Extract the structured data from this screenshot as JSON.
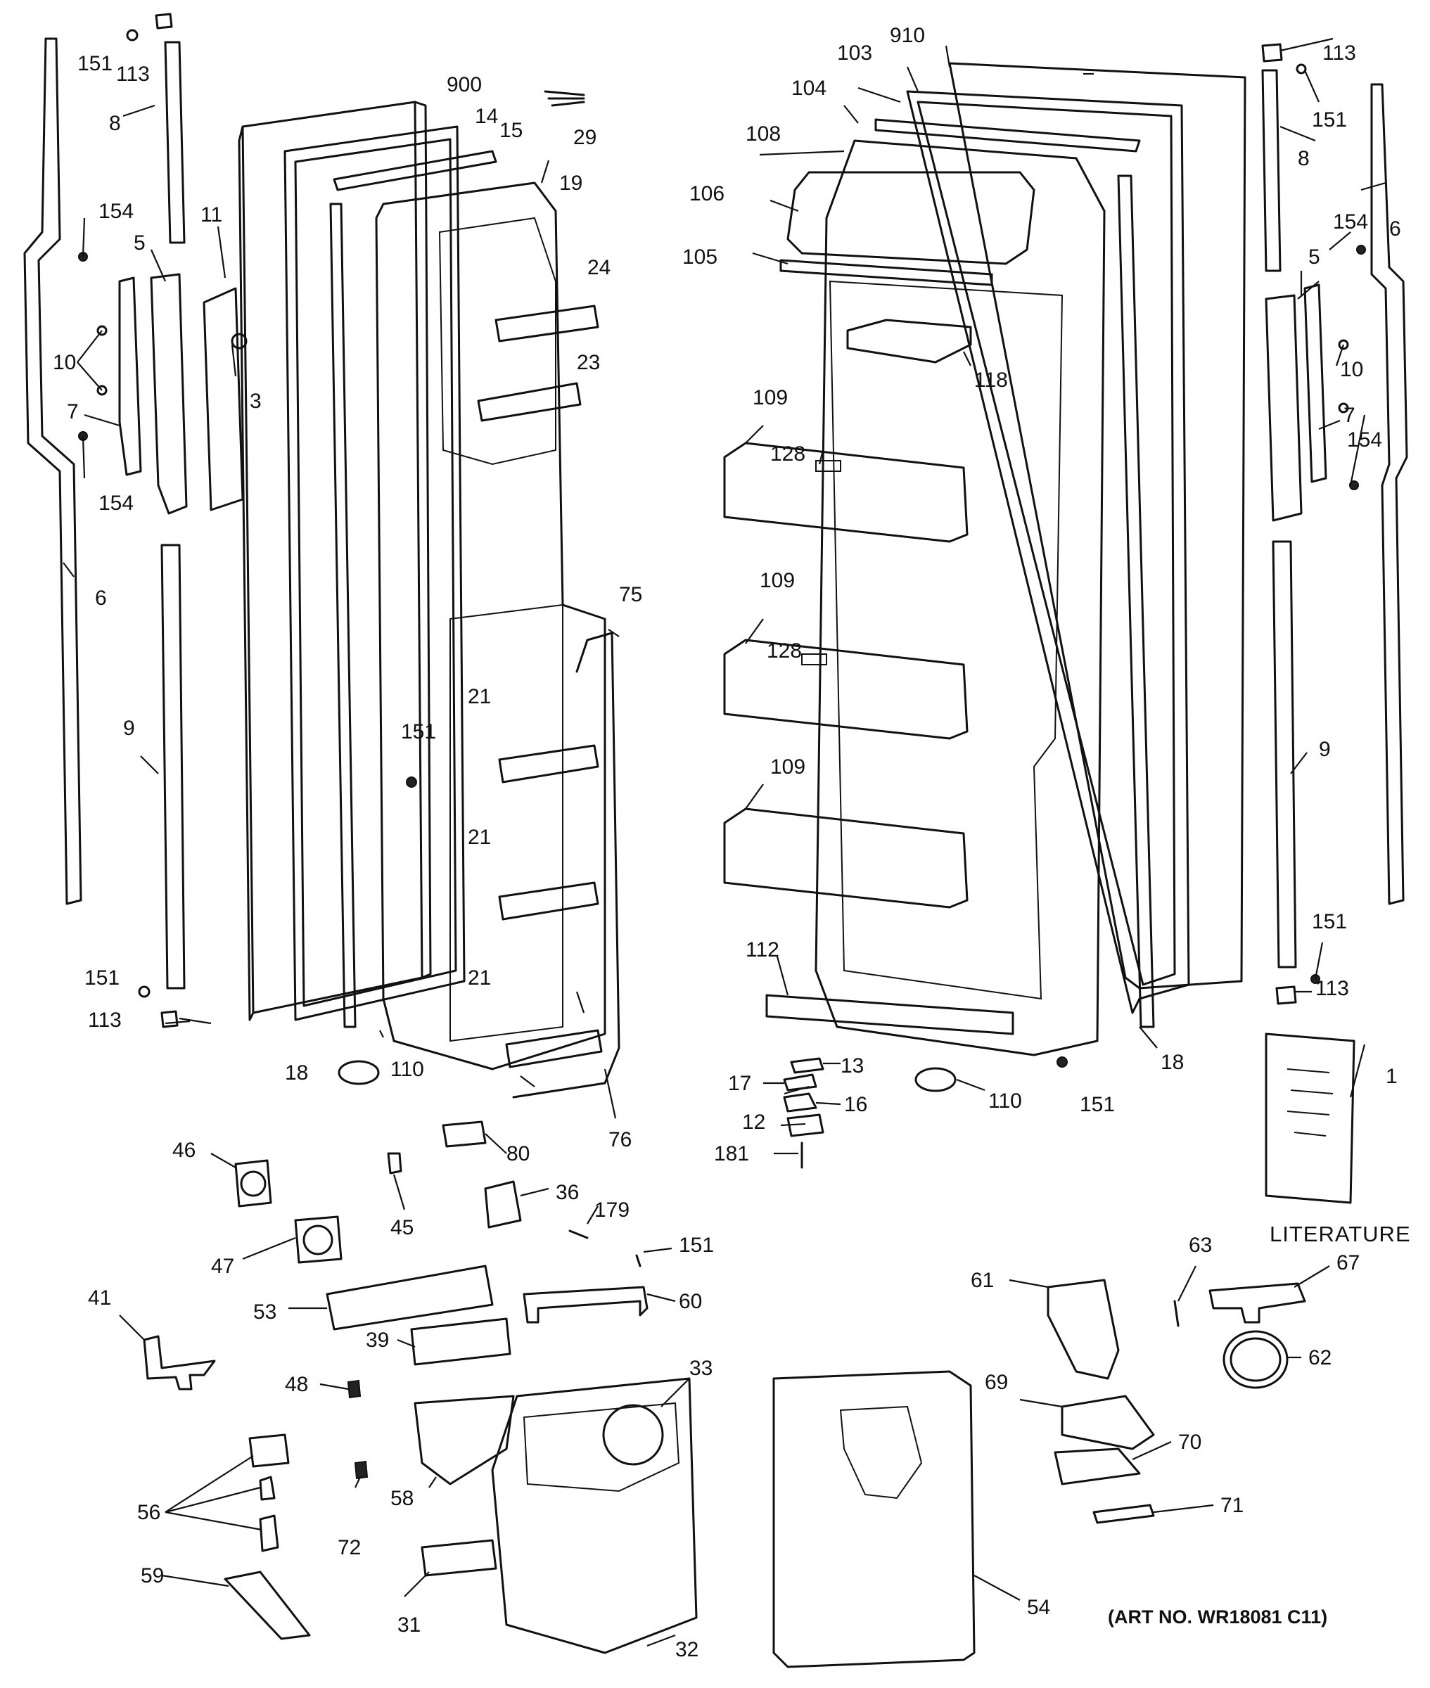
{
  "parts": {
    "p1": "1",
    "p3": "3",
    "p5": "5",
    "p6": "6",
    "p7": "7",
    "p8": "8",
    "p9": "9",
    "p10": "10",
    "p11": "11",
    "p12": "12",
    "p13": "13",
    "p14": "14",
    "p15": "15",
    "p16": "16",
    "p17": "17",
    "p18": "18",
    "p19": "19",
    "p21": "21",
    "p23": "23",
    "p24": "24",
    "p29": "29",
    "p31": "31",
    "p32": "32",
    "p33": "33",
    "p36": "36",
    "p39": "39",
    "p41": "41",
    "p45": "45",
    "p46": "46",
    "p47": "47",
    "p48": "48",
    "p53": "53",
    "p54": "54",
    "p56": "56",
    "p58": "58",
    "p59": "59",
    "p60": "60",
    "p61": "61",
    "p62": "62",
    "p63": "63",
    "p67": "67",
    "p69": "69",
    "p70": "70",
    "p71": "71",
    "p72": "72",
    "p75": "75",
    "p76": "76",
    "p80": "80",
    "p103": "103",
    "p104": "104",
    "p105": "105",
    "p106": "106",
    "p108": "108",
    "p109": "109",
    "p110": "110",
    "p112": "112",
    "p113": "113",
    "p118": "118",
    "p128": "128",
    "p151": "151",
    "p154": "154",
    "p179": "179",
    "p181": "181",
    "p900": "900",
    "p910": "910"
  },
  "literature_label": "LITERATURE",
  "art_number": "(ART NO. WR18081 C11)"
}
